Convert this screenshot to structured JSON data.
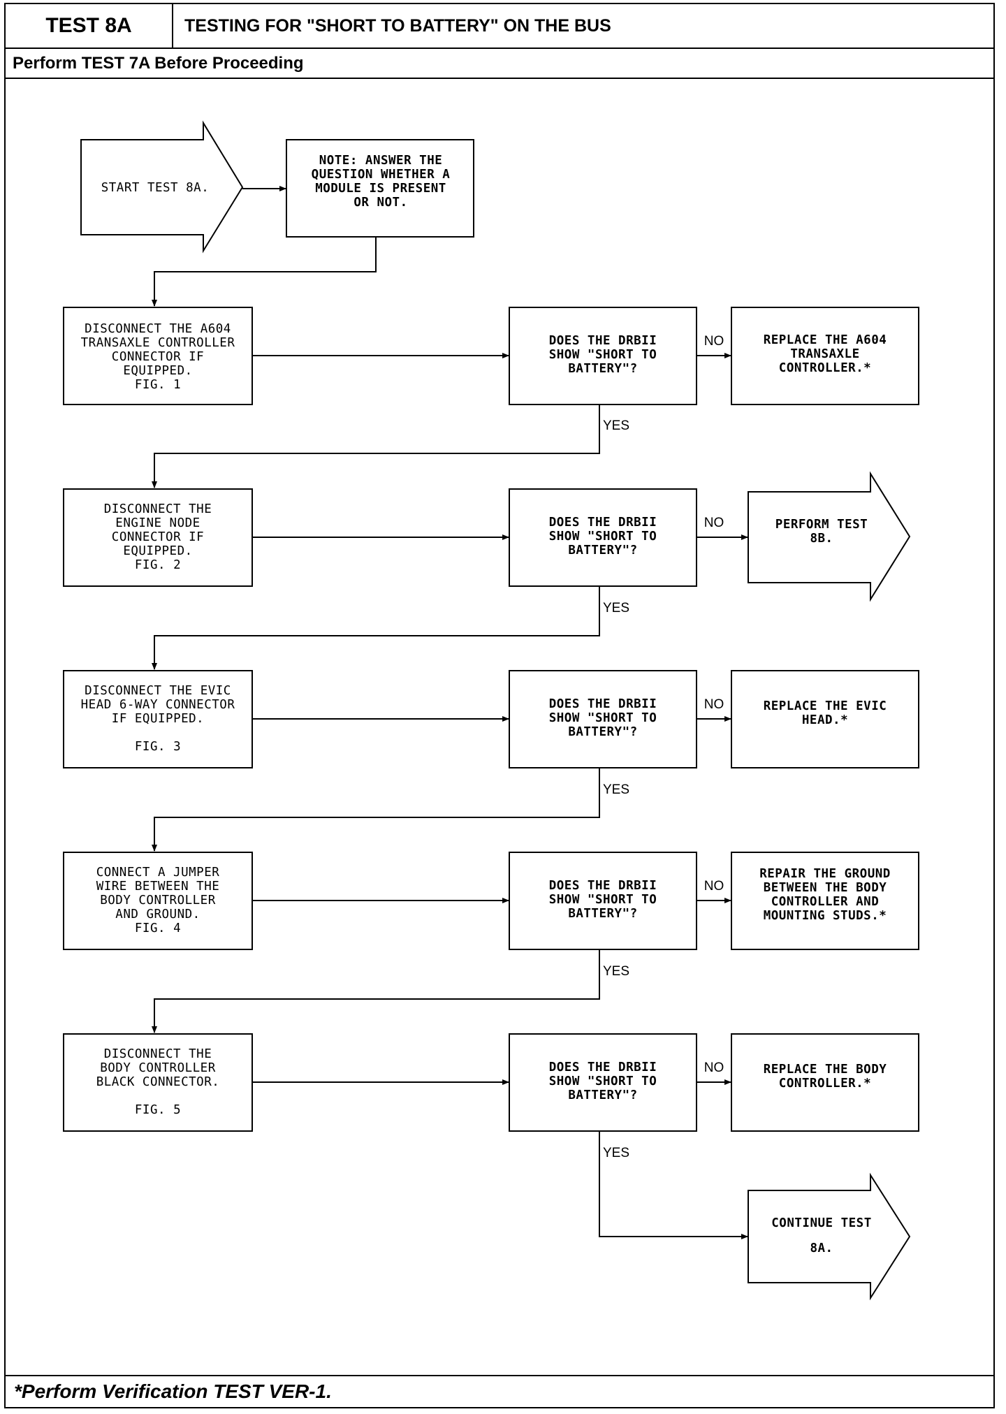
{
  "header": {
    "test_id": "TEST 8A",
    "title": "TESTING FOR \"SHORT TO BATTERY\" ON THE BUS",
    "subtitle": "Perform TEST 7A Before Proceeding"
  },
  "footer": {
    "note": "*Perform Verification TEST VER-1."
  },
  "flow": {
    "start": [
      "START TEST 8A."
    ],
    "note": [
      "NOTE: ANSWER THE",
      "QUESTION WHETHER A",
      "MODULE IS PRESENT",
      "OR NOT."
    ],
    "yes_label": "YES",
    "no_label": "NO",
    "steps": [
      {
        "action": [
          "DISCONNECT THE A604",
          "TRANSAXLE CONTROLLER",
          "CONNECTOR IF",
          "EQUIPPED.",
          "FIG. 1"
        ],
        "question": [
          "DOES THE DRBII",
          "SHOW \"SHORT TO",
          "BATTERY\"?"
        ],
        "no_result": [
          "REPLACE THE A604",
          "TRANSAXLE",
          "CONTROLLER.*"
        ]
      },
      {
        "action": [
          "DISCONNECT THE",
          "ENGINE NODE",
          "CONNECTOR IF",
          "EQUIPPED.",
          "FIG. 2"
        ],
        "question": [
          "DOES THE DRBII",
          "SHOW \"SHORT TO",
          "BATTERY\"?"
        ],
        "no_result": [
          "PERFORM TEST",
          "8B."
        ]
      },
      {
        "action": [
          "DISCONNECT THE EVIC",
          "HEAD 6-WAY CONNECTOR",
          "IF EQUIPPED.",
          "",
          "FIG. 3"
        ],
        "question": [
          "DOES THE DRBII",
          "SHOW \"SHORT TO",
          "BATTERY\"?"
        ],
        "no_result": [
          "REPLACE THE EVIC",
          "HEAD.*"
        ]
      },
      {
        "action": [
          "CONNECT A JUMPER",
          "WIRE BETWEEN THE",
          "BODY CONTROLLER",
          "AND GROUND.",
          "FIG. 4"
        ],
        "question": [
          "DOES THE DRBII",
          "SHOW \"SHORT TO",
          "BATTERY\"?"
        ],
        "no_result": [
          "REPAIR THE GROUND",
          "BETWEEN THE BODY",
          "CONTROLLER AND",
          "MOUNTING STUDS.*"
        ]
      },
      {
        "action": [
          "DISCONNECT THE",
          "BODY CONTROLLER",
          "BLACK CONNECTOR.",
          "",
          "FIG. 5"
        ],
        "question": [
          "DOES THE DRBII",
          "SHOW \"SHORT TO",
          "BATTERY\"?"
        ],
        "no_result": [
          "REPLACE THE BODY",
          "CONTROLLER.*"
        ]
      }
    ],
    "end": [
      "CONTINUE TEST",
      "8A."
    ]
  }
}
